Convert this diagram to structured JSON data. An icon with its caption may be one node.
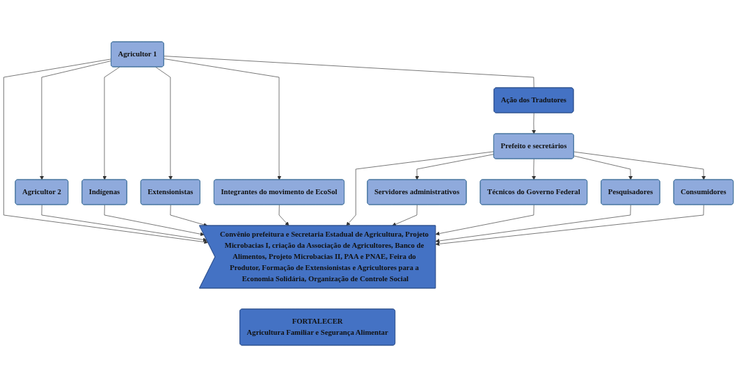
{
  "diagram": {
    "nodes": [
      {
        "text": [
          "Agricultor 1"
        ]
      },
      {
        "text": [
          "Agricultor 2"
        ]
      },
      {
        "text": [
          "Indígenas"
        ]
      },
      {
        "text": [
          "Extensionistas"
        ]
      },
      {
        "text": [
          "Integrantes do movimento de EcoSol"
        ]
      },
      {
        "text": [
          "Ação dos Tradutores"
        ]
      },
      {
        "text": [
          "Convênio prefeitura e Secretaria Estadual de Agricultura, Projeto Microbacias I, criação da Associação de Agricultores, Banco de Alimentos, Projeto Microbacias II, PAA e PNAE, Feira do Produtor, Formação de Extensionistas e Agricultores para a Economia Solidária, Organização de Controle Social"
        ]
      },
      {
        "text": [
          "FORTALECER",
          "Agricultura Familiar e Segurança Alimentar"
        ]
      },
      {
        "text": [
          "Prefeito e secretários"
        ]
      },
      {
        "text": [
          "Servidores administrativos"
        ]
      },
      {
        "text": [
          "Técnicos do Governo Federal"
        ]
      },
      {
        "text": [
          "Pesquisadores"
        ]
      },
      {
        "text": [
          "Consumidores"
        ]
      }
    ],
    "edges": [
      {
        "from": 0,
        "to": 1,
        "arrow": "to"
      },
      {
        "from": 0,
        "to": 2,
        "arrow": "to"
      },
      {
        "from": 0,
        "to": 3,
        "arrow": "to"
      },
      {
        "from": 0,
        "to": 4,
        "arrow": "to"
      },
      {
        "from": 0,
        "to": 5,
        "arrow": "none"
      },
      {
        "from": 5,
        "to": 8,
        "arrow": "to"
      },
      {
        "from": 8,
        "to": 9,
        "arrow": "to"
      },
      {
        "from": 8,
        "to": 10,
        "arrow": "to"
      },
      {
        "from": 8,
        "to": 11,
        "arrow": "to"
      },
      {
        "from": 8,
        "to": 12,
        "arrow": "to"
      },
      {
        "from": 0,
        "to": 6,
        "arrow": "to"
      },
      {
        "from": 1,
        "to": 6,
        "arrow": "to"
      },
      {
        "from": 2,
        "to": 6,
        "arrow": "to"
      },
      {
        "from": 3,
        "to": 6,
        "arrow": "to"
      },
      {
        "from": 4,
        "to": 6,
        "arrow": "to"
      },
      {
        "from": 8,
        "to": 6,
        "arrow": "to"
      },
      {
        "from": 9,
        "to": 6,
        "arrow": "to"
      },
      {
        "from": 10,
        "to": 6,
        "arrow": "to"
      },
      {
        "from": 11,
        "to": 6,
        "arrow": "to"
      },
      {
        "from": 12,
        "to": 6,
        "arrow": "to"
      }
    ]
  }
}
